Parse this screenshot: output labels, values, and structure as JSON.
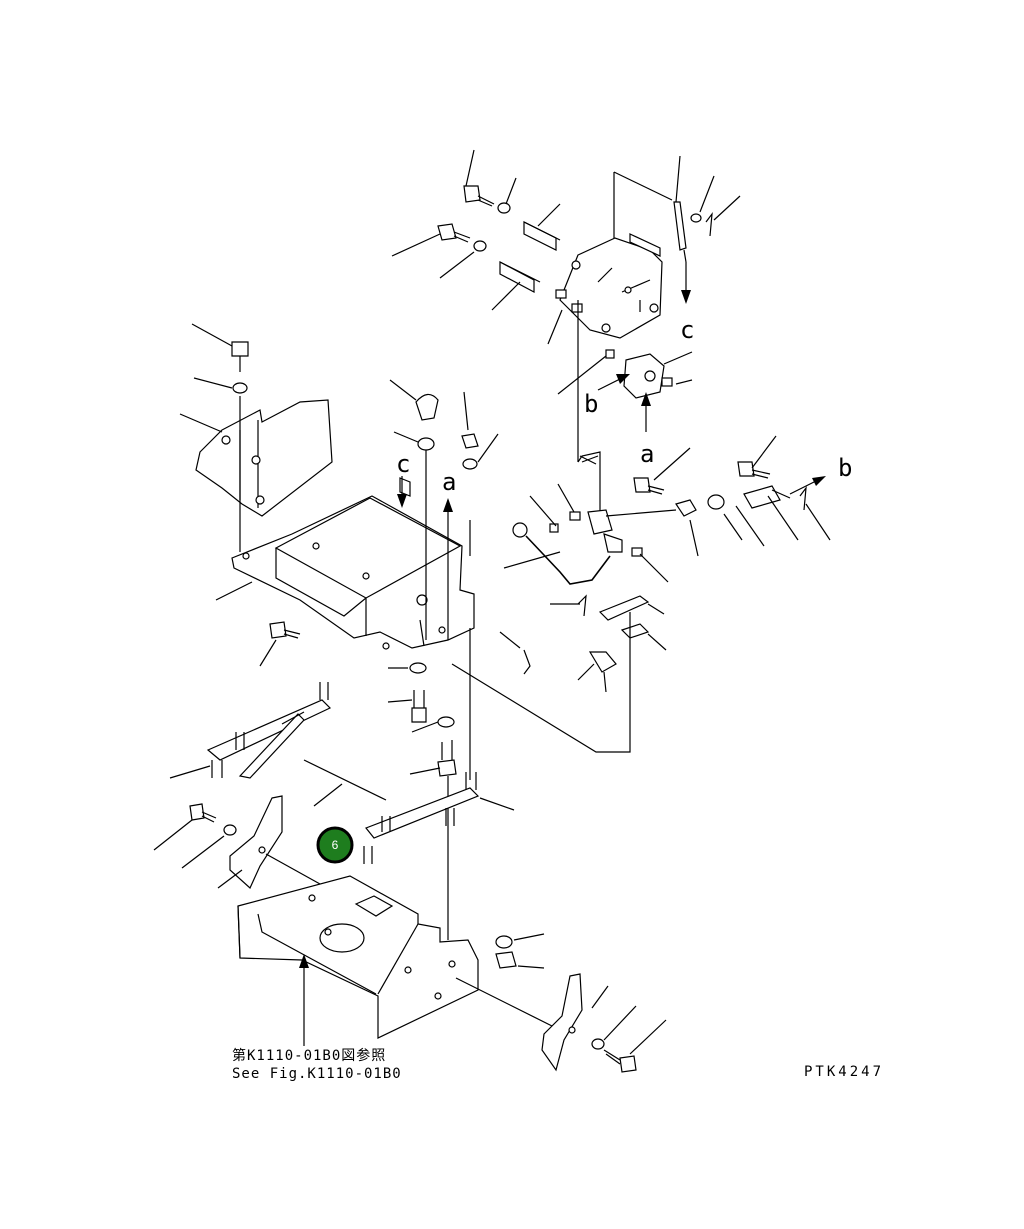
{
  "labels": {
    "c_top": "c",
    "b_top": "b",
    "a_top": "a",
    "b_right": "b",
    "c_mid": "c",
    "a_mid": "a"
  },
  "reference_ja": "第K1110-01B0図参照",
  "reference_en": "See Fig.K1110-01B0",
  "drawing_code": "PTK4247",
  "callout": {
    "number": "6",
    "fill": "#1e7d1e",
    "ring": "#000000"
  }
}
